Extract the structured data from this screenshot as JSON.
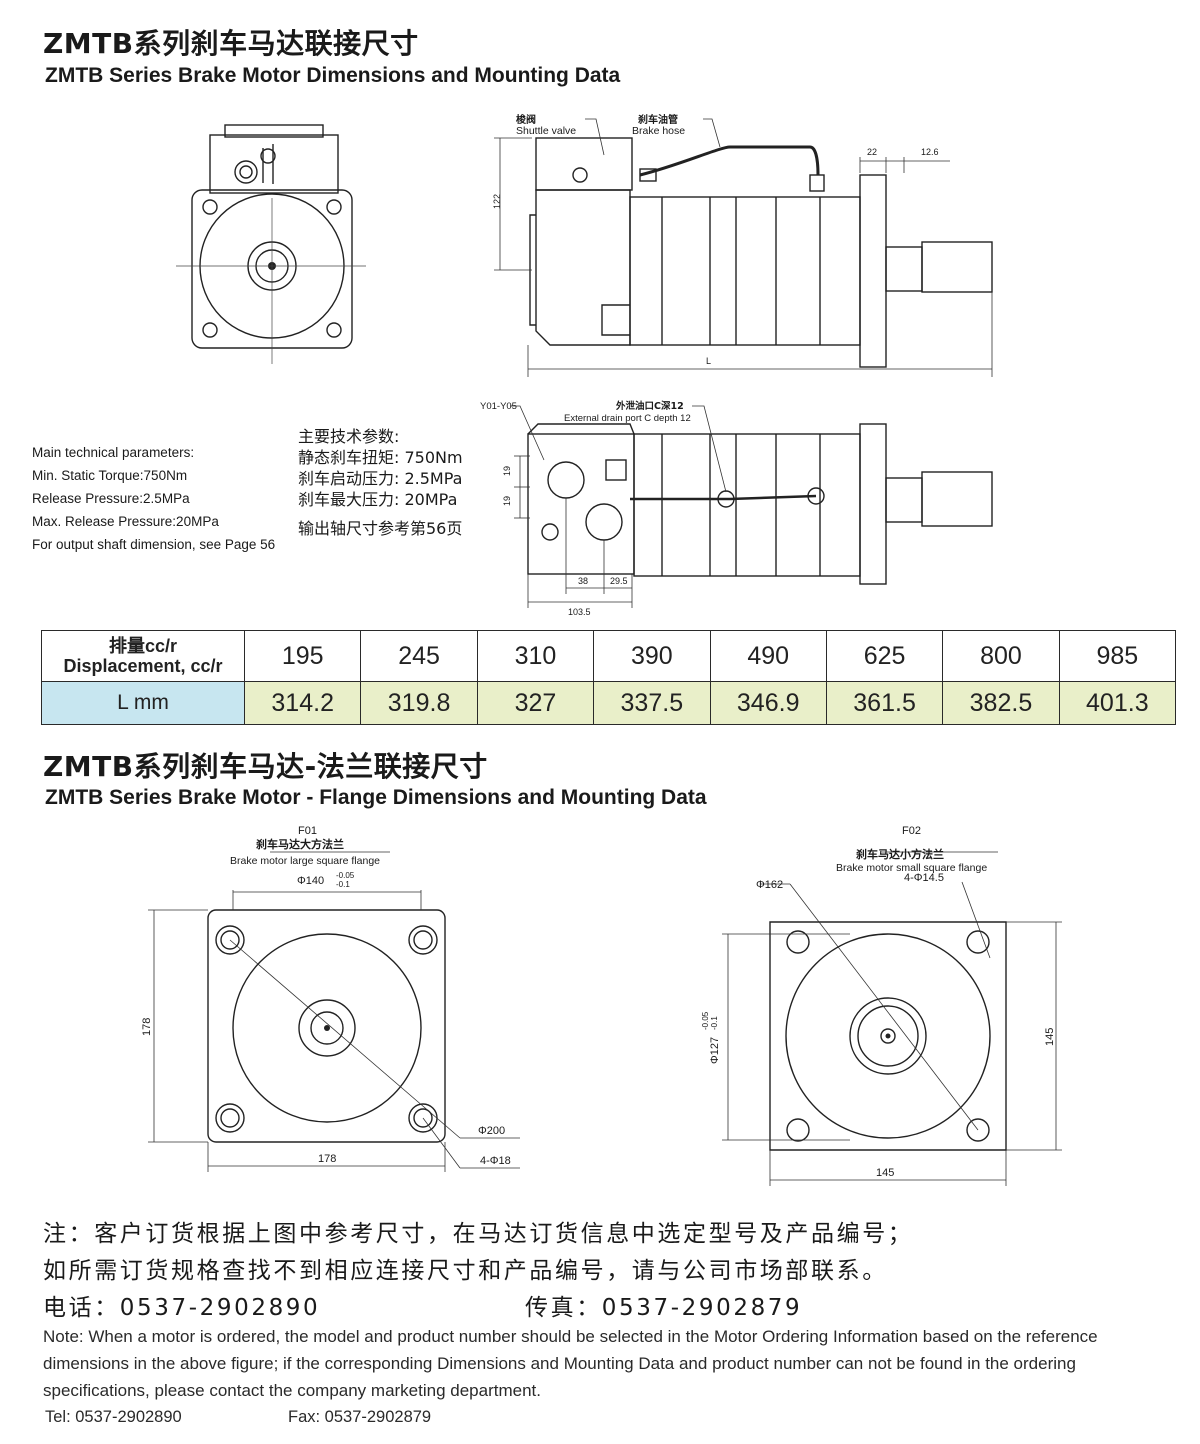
{
  "section1": {
    "title_cn": "ZMTB系列刹车马达联接尺寸",
    "title_en": "ZMTB Series Brake Motor Dimensions and Mounting Data"
  },
  "side_view": {
    "shuttle_valve_cn": "梭阀",
    "shuttle_valve_en": "Shuttle valve",
    "brake_hose_cn": "刹车油管",
    "brake_hose_en": "Brake hose",
    "dim_122": "122",
    "dim_22": "22",
    "dim_12_6": "12.6",
    "dim_L": "L"
  },
  "top_view": {
    "y01": "Y01-Y05",
    "drain_cn": "外泄油口C深12",
    "drain_en": "External drain port C depth 12",
    "dim_19a": "19",
    "dim_19b": "19",
    "dim_38": "38",
    "dim_29_5": "29.5",
    "dim_103_5": "103.5"
  },
  "params_en": [
    "Main technical parameters:",
    "Min. Static Torque:750Nm",
    "Release Pressure:2.5MPa",
    "Max. Release Pressure:20MPa",
    "For output shaft dimension, see Page 56"
  ],
  "params_cn": [
    "主要技术参数:",
    "静态刹车扭矩: 750Nm",
    "刹车启动压力: 2.5MPa",
    "刹车最大压力: 20MPa",
    "输出轴尺寸参考第56页"
  ],
  "table": {
    "row1_header_cn": "排量cc/r",
    "row1_header_en": "Displacement, cc/r",
    "row2_header": "L mm",
    "displacement": [
      "195",
      "245",
      "310",
      "390",
      "490",
      "625",
      "800",
      "985"
    ],
    "L": [
      "314.2",
      "319.8",
      "327",
      "337.5",
      "346.9",
      "361.5",
      "382.5",
      "401.3"
    ]
  },
  "section2": {
    "title_cn": "ZMTB系列刹车马达-法兰联接尺寸",
    "title_en": "ZMTB Series Brake Motor - Flange Dimensions and Mounting Data"
  },
  "f01": {
    "code": "F01",
    "name_cn": "刹车马达大方法兰",
    "name_en": "Brake motor large square flange",
    "pilot": "Φ140",
    "tol_up": "-0.05",
    "tol_low": "-0.1",
    "pcd": "Φ200",
    "holes": "4-Φ18",
    "width": "178",
    "height": "178"
  },
  "f02": {
    "code": "F02",
    "name_cn": "刹车马达小方法兰",
    "name_en": "Brake motor small square flange",
    "pcd": "Φ162",
    "holes": "4-Φ14.5",
    "pilot": "Φ127",
    "tol_up": "-0.05",
    "tol_low": "-0.1",
    "width": "145",
    "height": "145"
  },
  "notes": {
    "cn_line1": "注：客户订货根据上图中参考尺寸，在马达订货信息中选定型号及产品编号；",
    "cn_line2": "如所需订货规格查找不到相应连接尺寸和产品编号，请与公司市场部联系。",
    "tel_cn": "电话：0537-2902890",
    "fax_cn": "传真：0537-2902879",
    "en": "Note: When a motor is ordered, the model and product number should be selected in the Motor Ordering Information based on the reference dimensions in the above figure; if the corresponding Dimensions and Mounting Data and product number can not be found in the ordering specifications, please contact the company marketing department.",
    "tel_en": "Tel: 0537-2902890",
    "fax_en": "Fax: 0537-2902879"
  }
}
